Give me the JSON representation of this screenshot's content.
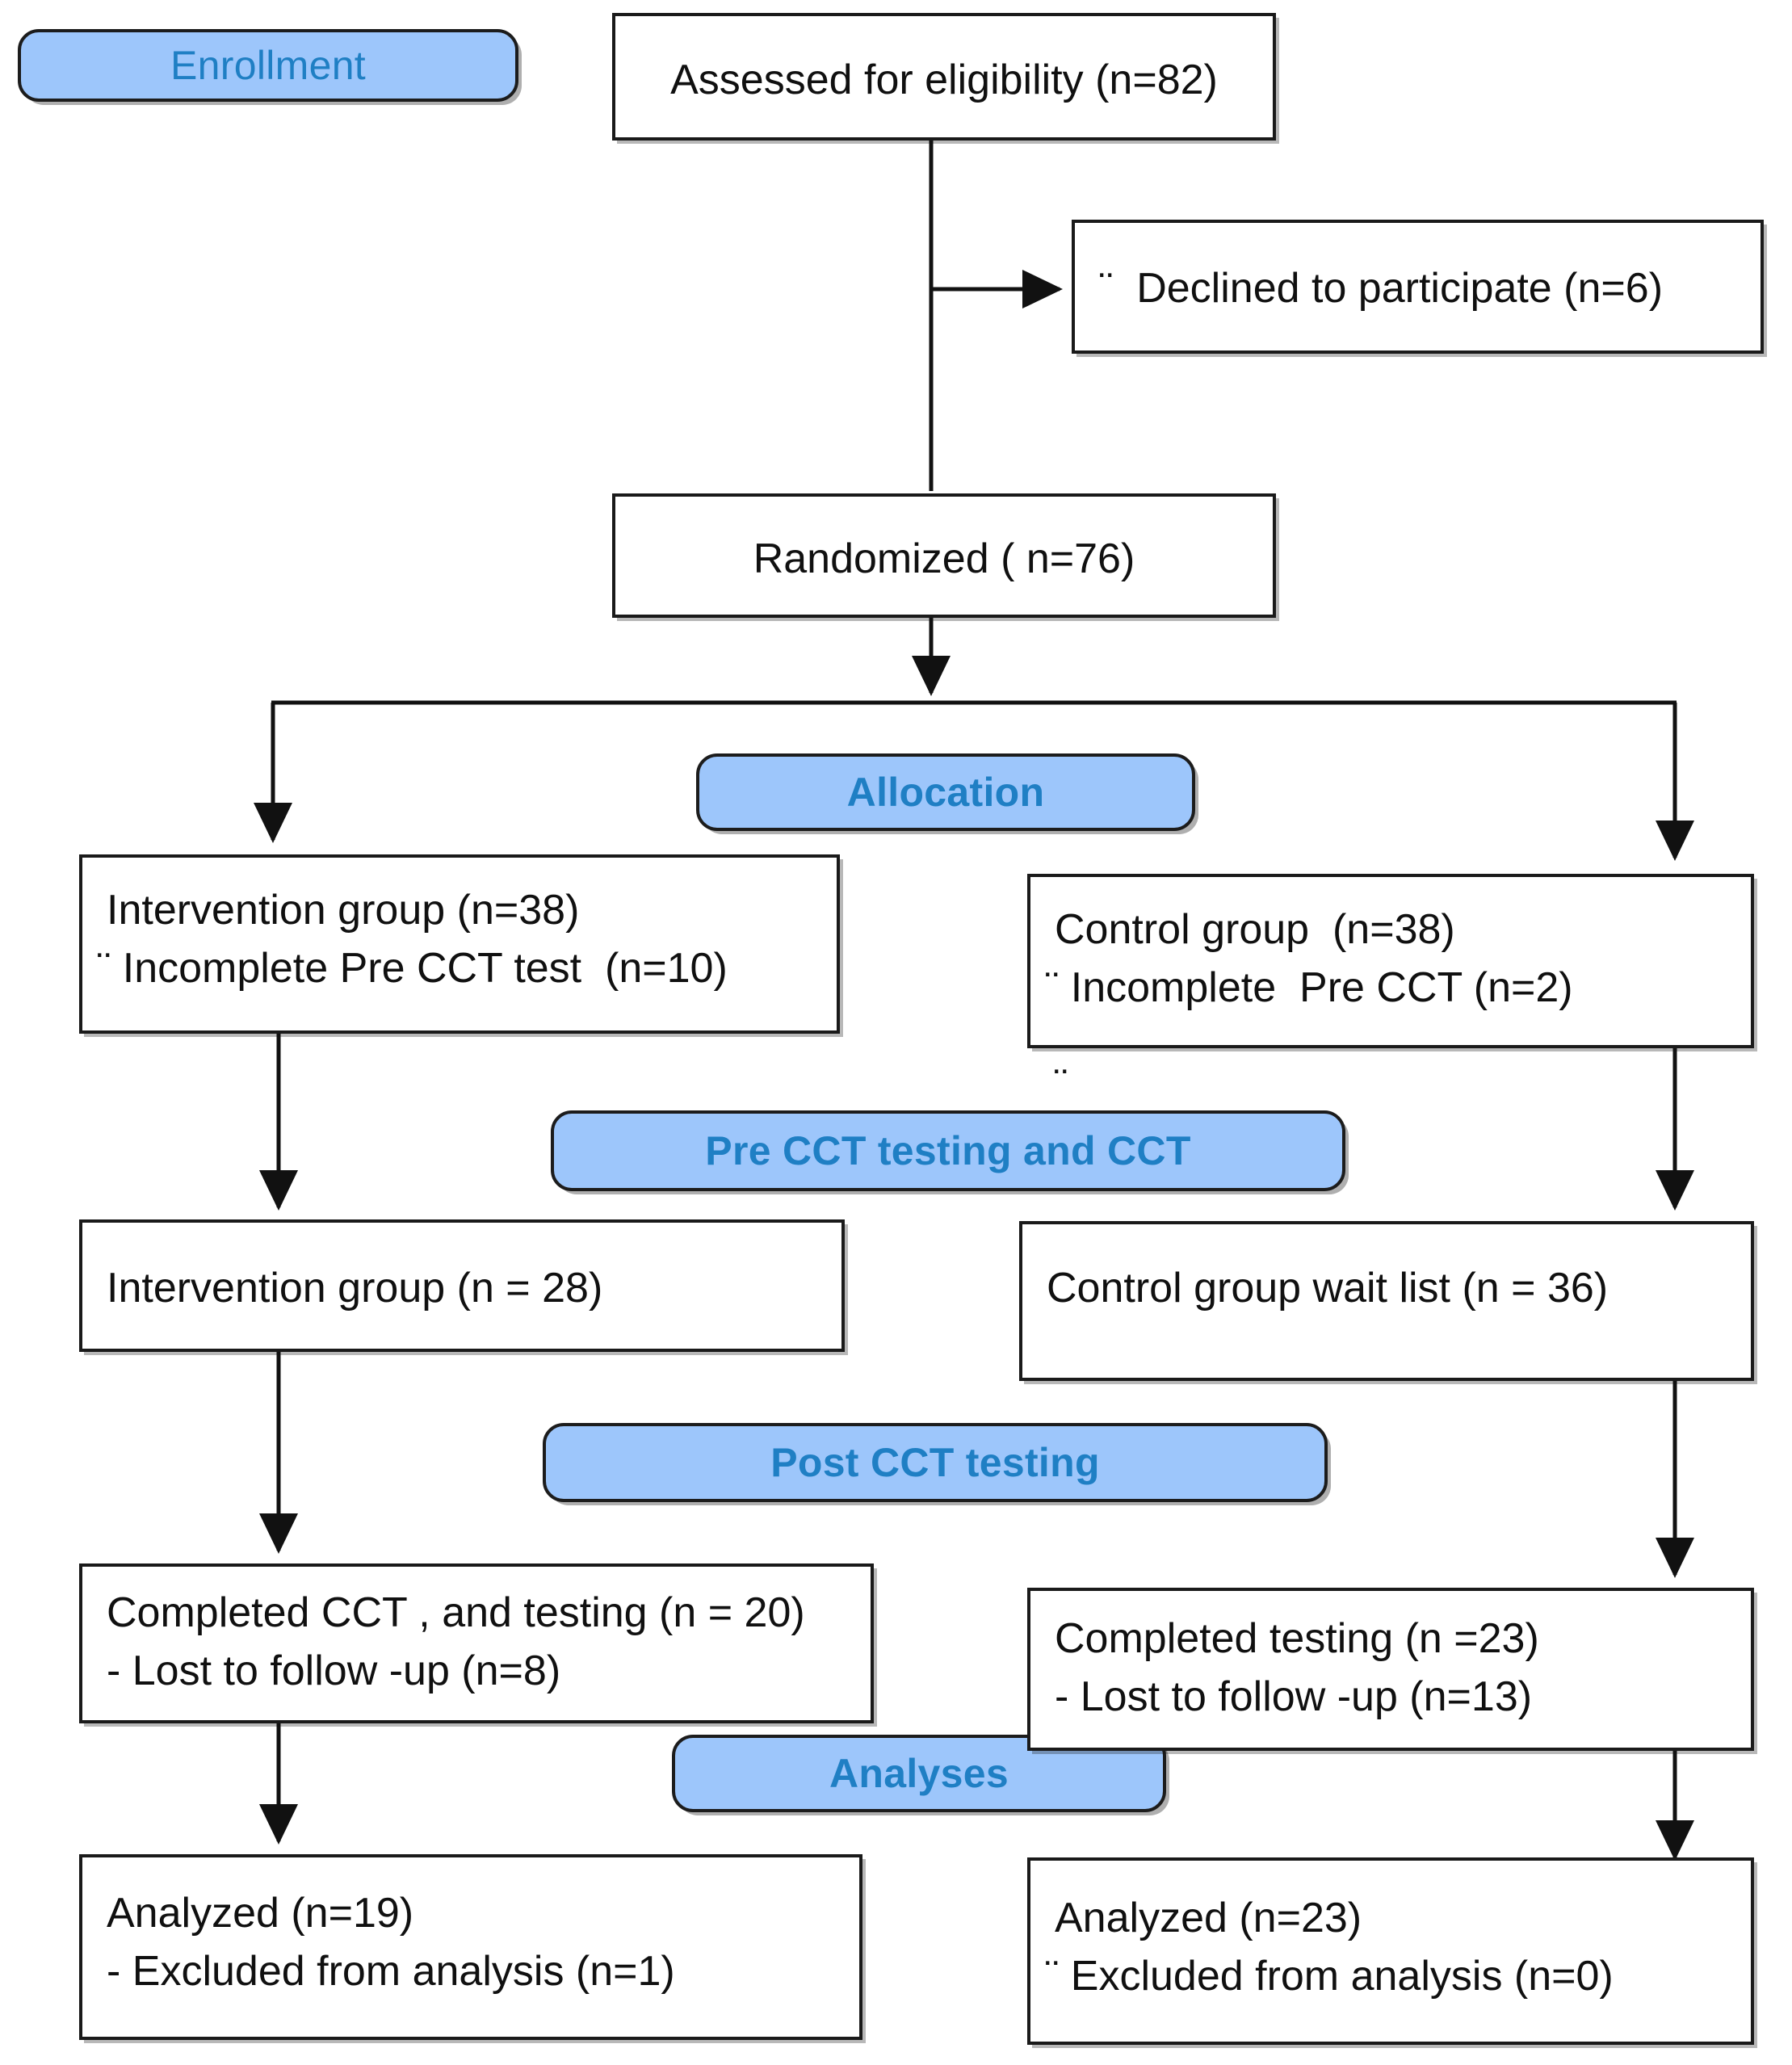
{
  "diagram": {
    "title": "CONSORT participant flow diagram",
    "accent_color": "#9dc6fb",
    "banner_text_color": "#1f7fc4",
    "line_color": "#1a1a1a",
    "box_fill": "#ffffff"
  },
  "banners": {
    "enrollment": "Enrollment",
    "allocation": "Allocation",
    "pre_cct": "Pre CCT testing and CCT",
    "post_cct": "Post CCT testing",
    "analyses": "Analyses"
  },
  "nodes": {
    "assessed": {
      "line1": "Assessed for eligibility (n=82)"
    },
    "declined": {
      "line1": "¨  Declined to participate (n=6)"
    },
    "randomized": {
      "line1": "Randomized ( n=76)"
    },
    "intervention_alloc": {
      "line1": "Intervention group (n=38)",
      "line2": "¨ Incomplete Pre CCT test  (n=10)"
    },
    "control_alloc": {
      "line1": "Control group  (n=38)",
      "line2": "¨ Incomplete  Pre CCT (n=2)"
    },
    "intervention_pre": {
      "line1": "Intervention group (n = 28)"
    },
    "control_pre": {
      "line1": "Control group wait list (n = 36)"
    },
    "intervention_post": {
      "line1": "Completed CCT , and testing (n = 20)",
      "line2": "- Lost to follow -up (n=8)"
    },
    "control_post": {
      "line1": "Completed testing (n =23)",
      "line2": "- Lost to follow -up (n=13)"
    },
    "intervention_analyzed": {
      "line1": "Analyzed (n=19)",
      "line2": "- Excluded from analysis (n=1)"
    },
    "control_analyzed": {
      "line1": "Analyzed (n=23)",
      "line2": "¨ Excluded from analysis (n=0)"
    }
  },
  "marks": {
    "stray_diaeresis": "¨"
  },
  "chart_data": {
    "type": "diagram",
    "title": "CONSORT flow diagram",
    "stages": [
      "Enrollment",
      "Allocation",
      "Pre CCT testing and CCT",
      "Post CCT testing",
      "Analyses"
    ],
    "counts": {
      "assessed_for_eligibility": 82,
      "declined_to_participate": 6,
      "randomized": 76,
      "intervention_allocated": 38,
      "intervention_incomplete_pre_cct": 10,
      "control_allocated": 38,
      "control_incomplete_pre_cct": 2,
      "intervention_pre_cct": 28,
      "control_wait_list": 36,
      "intervention_completed": 20,
      "intervention_lost_to_followup": 8,
      "control_completed": 23,
      "control_lost_to_followup": 13,
      "intervention_analyzed": 19,
      "intervention_excluded": 1,
      "control_analyzed": 23,
      "control_excluded": 0
    }
  }
}
